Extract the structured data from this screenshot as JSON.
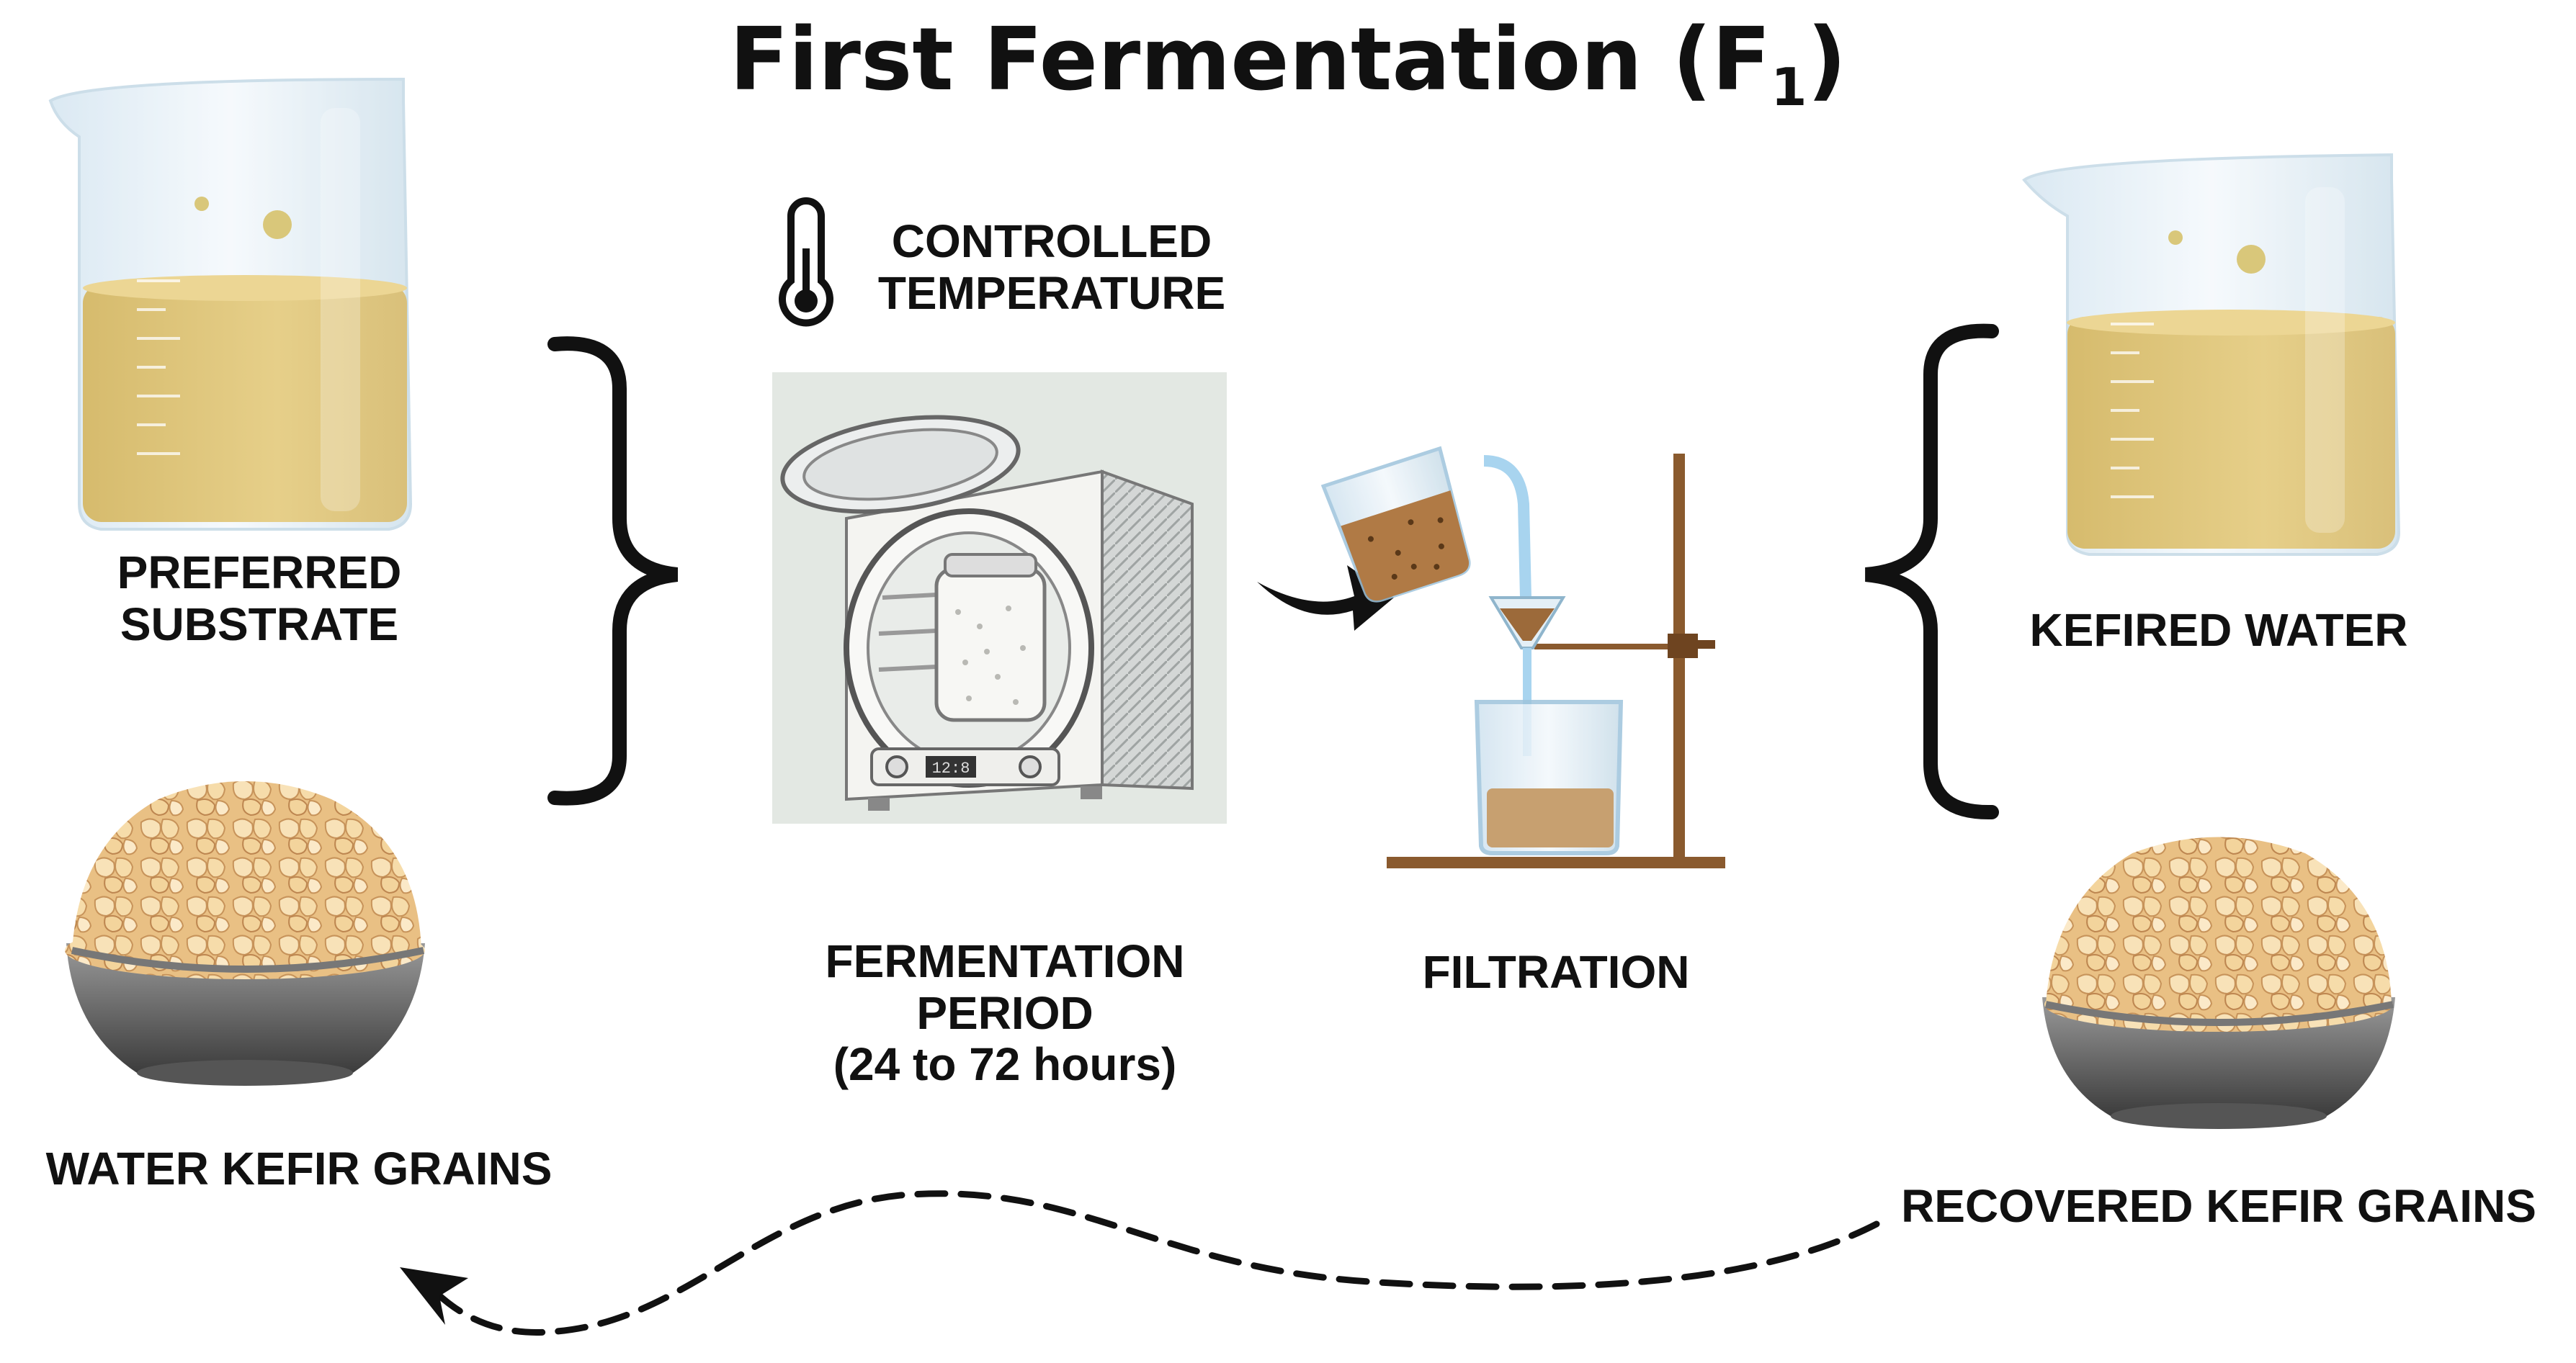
{
  "title": {
    "text": "First Fermentation (F",
    "subscript": "1",
    "close": ")"
  },
  "labels": {
    "preferred_substrate_line1": "PREFERRED",
    "preferred_substrate_line2": "SUBSTRATE",
    "water_kefir_grains": "WATER KEFIR GRAINS",
    "controlled_temperature_line1": "CONTROLLED",
    "controlled_temperature_line2": "TEMPERATURE",
    "fermentation_period_line1": "FERMENTATION",
    "fermentation_period_line2": "PERIOD",
    "fermentation_period_line3": "(24 to 72 hours)",
    "filtration": "FILTRATION",
    "kefired_water": "KEFIRED WATER",
    "recovered_kefir_grains": "RECOVERED KEFIR GRAINS",
    "incubator_display": "12:8"
  },
  "colors": {
    "liquid": "#e0c77e",
    "glass": "#dcebf5",
    "grain": "#f0cf97",
    "stand": "#8a5a2e",
    "filtrate": "#c7a070"
  }
}
